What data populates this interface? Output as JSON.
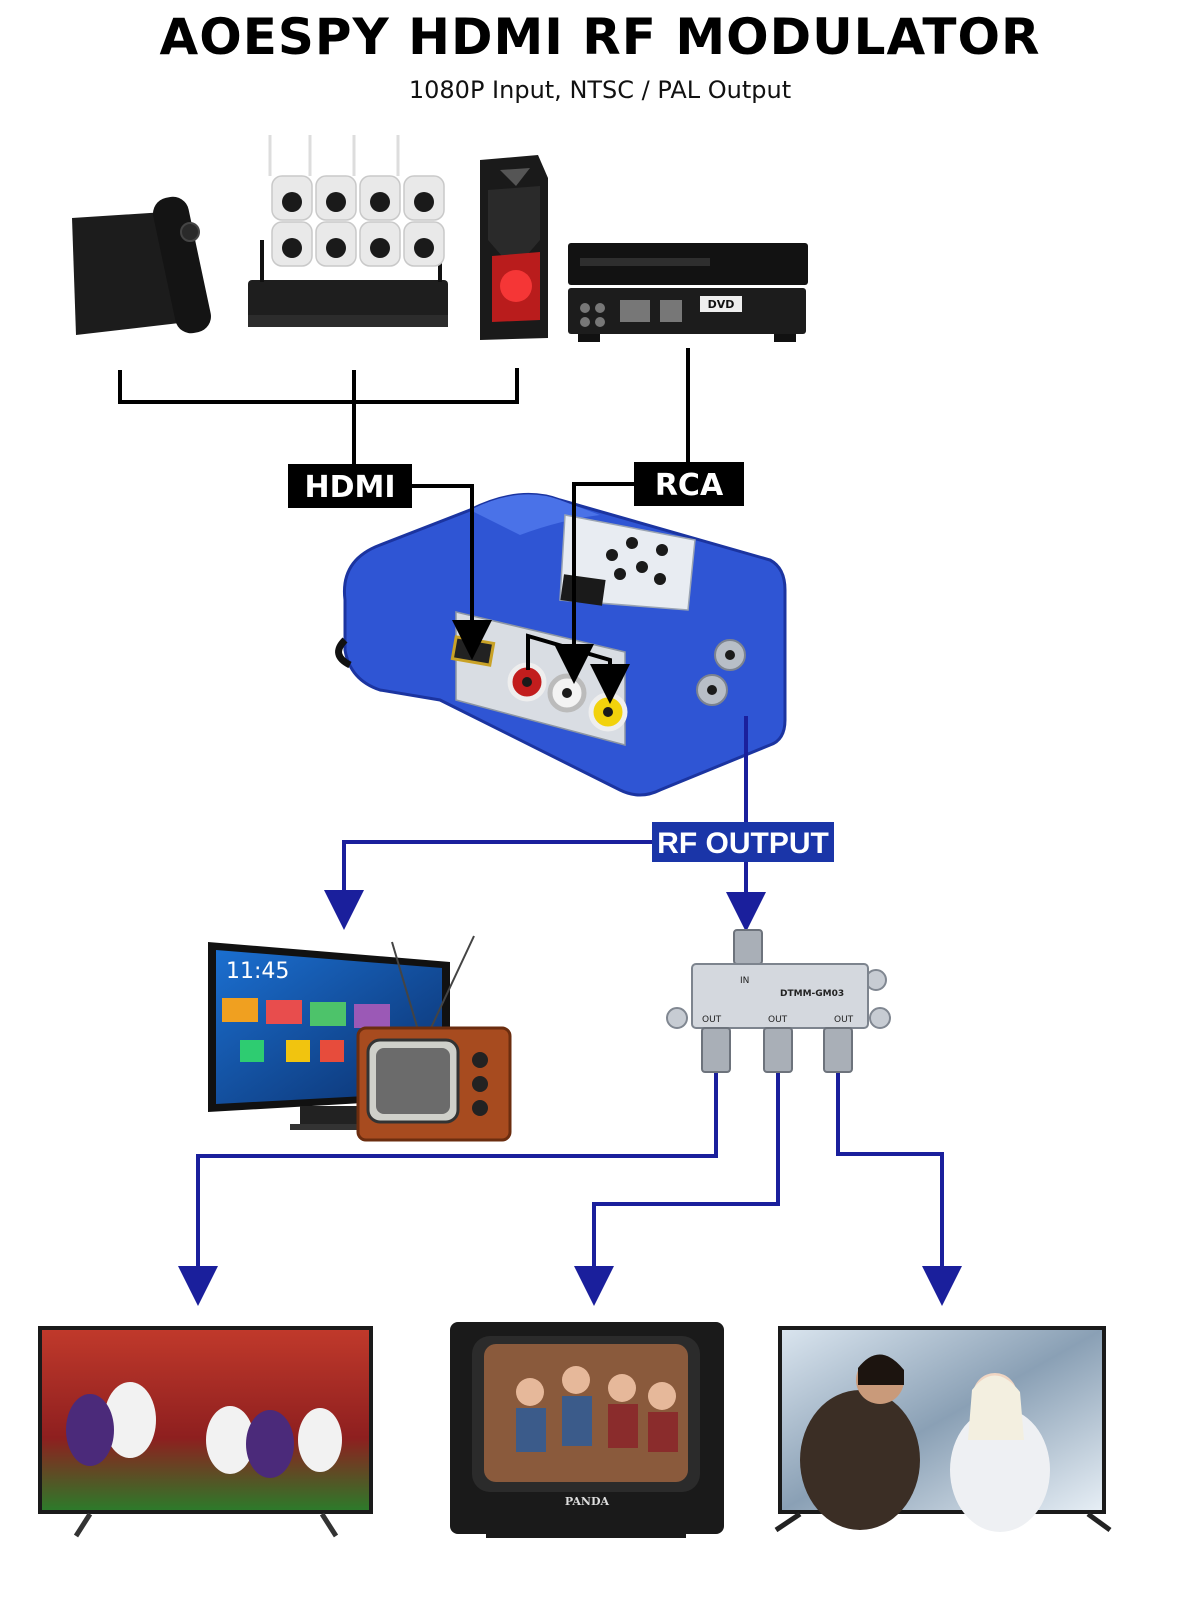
{
  "header": {
    "title": "AOESPY HDMI RF MODULATOR",
    "subtitle": "1080P Input, NTSC / PAL Output"
  },
  "labels": {
    "hdmi": "HDMI",
    "rca": "RCA",
    "rf_output": "RF OUTPUT"
  },
  "sources": [
    "tv-box-with-remote",
    "cctv-camera-nvr-kit",
    "gaming-pc-tower",
    "dvd-player"
  ],
  "displays": {
    "clock_tv_time": "11:45",
    "crt_brand": "PANDA"
  },
  "splitter_text": {
    "model": "DTMM-GM03",
    "in": "IN",
    "out": "OUT"
  },
  "colors": {
    "connector_line": "#000000",
    "rf_line": "#1a1f9c",
    "label_black_bg": "#000000",
    "label_blue_bg": "#1a35a8",
    "modulator_body": "#2f55d4"
  }
}
